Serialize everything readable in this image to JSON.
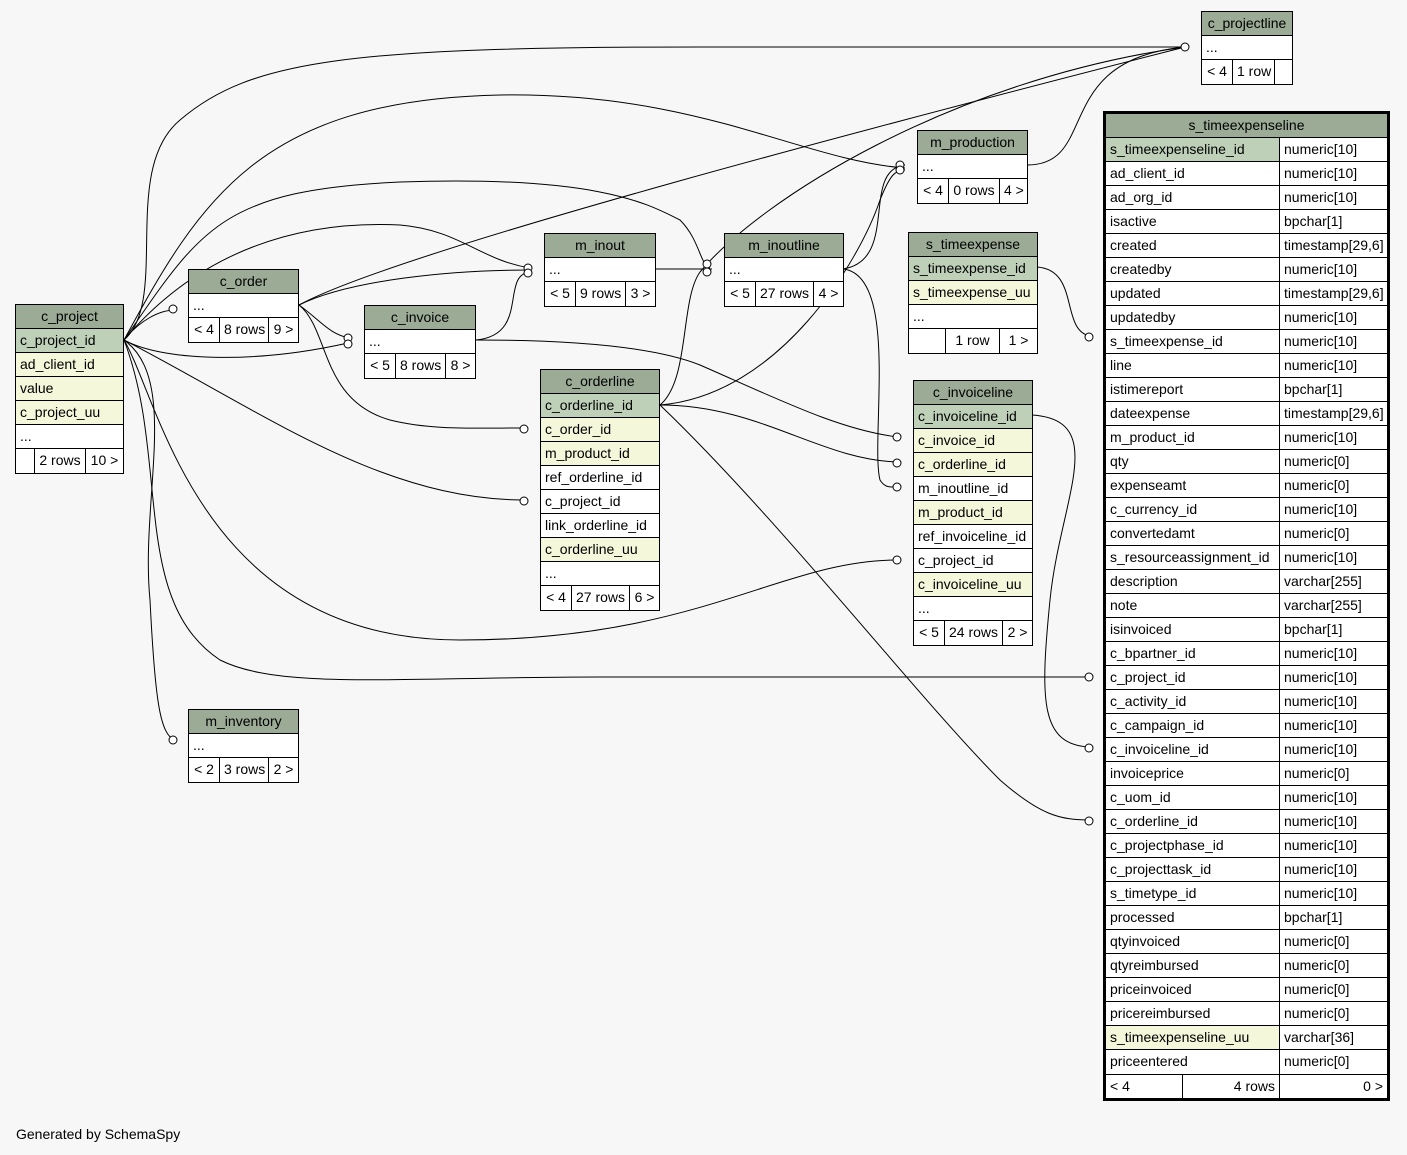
{
  "generator": "Generated by SchemaSpy",
  "tables": {
    "c_projectline": {
      "name": "c_projectline",
      "rows": [
        "..."
      ],
      "footer": [
        "< 4",
        "1 row",
        ""
      ]
    },
    "m_production": {
      "name": "m_production",
      "rows": [
        "..."
      ],
      "footer": [
        "< 4",
        "0 rows",
        "4 >"
      ]
    },
    "m_inout": {
      "name": "m_inout",
      "rows": [
        "..."
      ],
      "footer": [
        "< 5",
        "9 rows",
        "3 >"
      ]
    },
    "m_inoutline": {
      "name": "m_inoutline",
      "rows": [
        "..."
      ],
      "footer": [
        "< 5",
        "27 rows",
        "4 >"
      ]
    },
    "s_timeexpense": {
      "name": "s_timeexpense",
      "rows": [
        "s_timeexpense_id",
        "s_timeexpense_uu",
        "..."
      ],
      "footer": [
        "",
        "1 row",
        "1 >"
      ]
    },
    "c_order": {
      "name": "c_order",
      "rows": [
        "..."
      ],
      "footer": [
        "< 4",
        "8 rows",
        "9 >"
      ]
    },
    "c_invoice": {
      "name": "c_invoice",
      "rows": [
        "..."
      ],
      "footer": [
        "< 5",
        "8 rows",
        "8 >"
      ]
    },
    "c_project": {
      "name": "c_project",
      "rows": [
        "c_project_id",
        "ad_client_id",
        "value",
        "c_project_uu",
        "..."
      ],
      "footer": [
        "",
        "2 rows",
        "10 >"
      ]
    },
    "c_orderline": {
      "name": "c_orderline",
      "rows": [
        "c_orderline_id",
        "c_order_id",
        "m_product_id",
        "ref_orderline_id",
        "c_project_id",
        "link_orderline_id",
        "c_orderline_uu",
        "..."
      ],
      "footer": [
        "< 4",
        "27 rows",
        "6 >"
      ]
    },
    "c_invoiceline": {
      "name": "c_invoiceline",
      "rows": [
        "c_invoiceline_id",
        "c_invoice_id",
        "c_orderline_id",
        "m_inoutline_id",
        "m_product_id",
        "ref_invoiceline_id",
        "c_project_id",
        "c_invoiceline_uu",
        "..."
      ],
      "footer": [
        "< 5",
        "24 rows",
        "2 >"
      ]
    },
    "m_inventory": {
      "name": "m_inventory",
      "rows": [
        "..."
      ],
      "footer": [
        "< 2",
        "3 rows",
        "2 >"
      ]
    },
    "s_timeexpenseline": {
      "name": "s_timeexpenseline",
      "columns": [
        [
          "s_timeexpenseline_id",
          "numeric[10]"
        ],
        [
          "ad_client_id",
          "numeric[10]"
        ],
        [
          "ad_org_id",
          "numeric[10]"
        ],
        [
          "isactive",
          "bpchar[1]"
        ],
        [
          "created",
          "timestamp[29,6]"
        ],
        [
          "createdby",
          "numeric[10]"
        ],
        [
          "updated",
          "timestamp[29,6]"
        ],
        [
          "updatedby",
          "numeric[10]"
        ],
        [
          "s_timeexpense_id",
          "numeric[10]"
        ],
        [
          "line",
          "numeric[10]"
        ],
        [
          "istimereport",
          "bpchar[1]"
        ],
        [
          "dateexpense",
          "timestamp[29,6]"
        ],
        [
          "m_product_id",
          "numeric[10]"
        ],
        [
          "qty",
          "numeric[0]"
        ],
        [
          "expenseamt",
          "numeric[0]"
        ],
        [
          "c_currency_id",
          "numeric[10]"
        ],
        [
          "convertedamt",
          "numeric[0]"
        ],
        [
          "s_resourceassignment_id",
          "numeric[10]"
        ],
        [
          "description",
          "varchar[255]"
        ],
        [
          "note",
          "varchar[255]"
        ],
        [
          "isinvoiced",
          "bpchar[1]"
        ],
        [
          "c_bpartner_id",
          "numeric[10]"
        ],
        [
          "c_project_id",
          "numeric[10]"
        ],
        [
          "c_activity_id",
          "numeric[10]"
        ],
        [
          "c_campaign_id",
          "numeric[10]"
        ],
        [
          "c_invoiceline_id",
          "numeric[10]"
        ],
        [
          "invoiceprice",
          "numeric[0]"
        ],
        [
          "c_uom_id",
          "numeric[10]"
        ],
        [
          "c_orderline_id",
          "numeric[10]"
        ],
        [
          "c_projectphase_id",
          "numeric[10]"
        ],
        [
          "c_projecttask_id",
          "numeric[10]"
        ],
        [
          "s_timetype_id",
          "numeric[10]"
        ],
        [
          "processed",
          "bpchar[1]"
        ],
        [
          "qtyinvoiced",
          "numeric[0]"
        ],
        [
          "qtyreimbursed",
          "numeric[0]"
        ],
        [
          "priceinvoiced",
          "numeric[0]"
        ],
        [
          "pricereimbursed",
          "numeric[0]"
        ],
        [
          "s_timeexpenseline_uu",
          "varchar[36]"
        ],
        [
          "priceentered",
          "numeric[0]"
        ]
      ],
      "footer": [
        "< 4",
        "4 rows",
        "0 >"
      ]
    }
  }
}
